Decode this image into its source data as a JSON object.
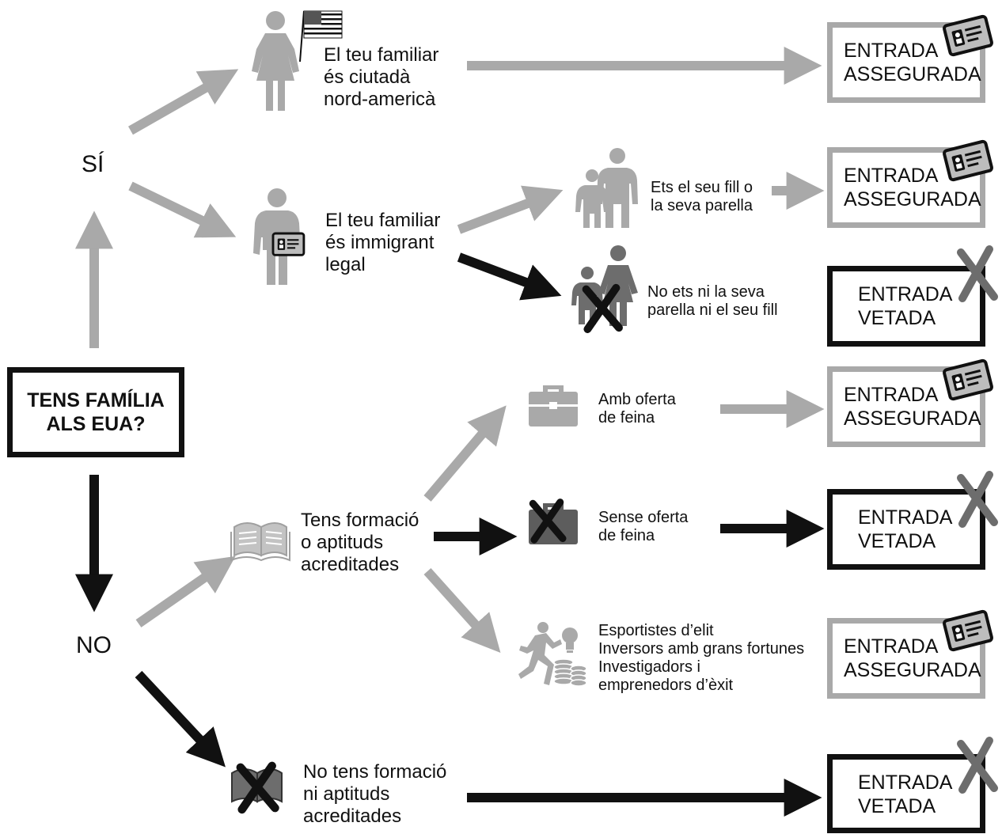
{
  "question": "TENS FAMÍLIA\nALS EUA?",
  "yes_label": "SÍ",
  "no_label": "NO",
  "family": {
    "citizen": "El teu familiar\nés ciutadà\nnord-americà",
    "immigrant": "El teu familiar\nés immigrant\nlegal",
    "child_or_partner": "Ets el seu fill o\nla seva parella",
    "not_child_or_partner": "No ets ni la seva\nparella ni el seu fill"
  },
  "no_branch": {
    "trained": "Tens formació\no aptituds\nacreditades",
    "with_job": "Amb oferta\nde feina",
    "without_job": "Sense oferta\nde feina",
    "elite": "Esportistes d’elit\nInversors amb grans fortunes\nInvestigadors i\nemprenedors d’èxit",
    "untrained": "No tens formació\nni aptituds\nacreditades"
  },
  "outcomes": {
    "granted": "ENTRADA\nASSEGURADA",
    "denied": "ENTRADA\nVETADA"
  },
  "colors": {
    "granted": "#a9a9a9",
    "denied": "#111111"
  },
  "icons": [
    "woman-flag-icon",
    "woman-id-card-icon",
    "family-icon",
    "family-crossed-icon",
    "book-icon",
    "book-crossed-icon",
    "briefcase-icon",
    "briefcase-crossed-icon",
    "runner-icon",
    "lightbulb-icon",
    "coins-icon",
    "id-card-icon",
    "x-mark-icon"
  ]
}
